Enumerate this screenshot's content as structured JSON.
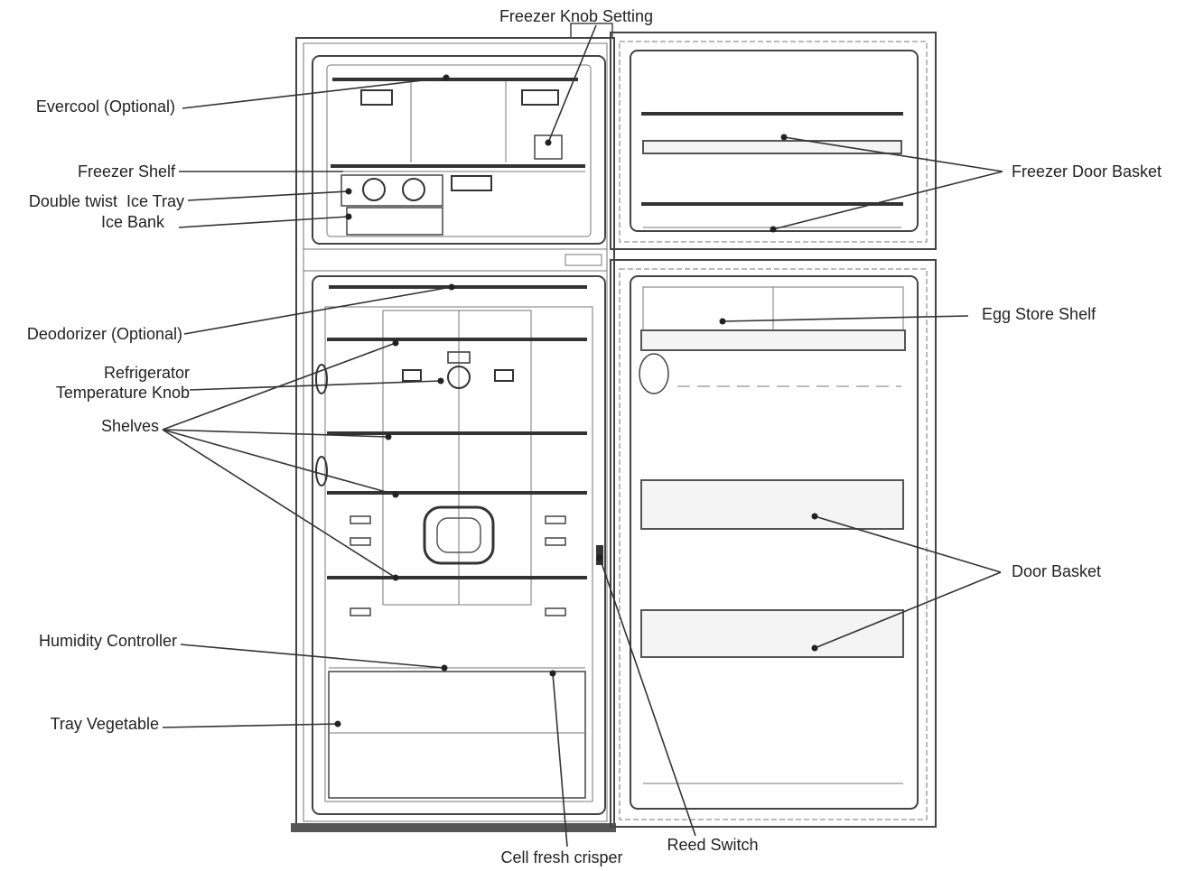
{
  "labels": {
    "freezer_knob": "Freezer Knob Setting",
    "evercool": "Evercool (Optional)",
    "freezer_shelf": "Freezer Shelf",
    "ice_tray": "Double twist  Ice Tray",
    "ice_bank": "Ice Bank",
    "deodorizer": "Deodorizer (Optional)",
    "temp_knob_line1": "Refrigerator",
    "temp_knob_line2": "Temperature Knob",
    "shelves": "Shelves",
    "humidity": "Humidity Controller",
    "tray_vegetable": "Tray Vegetable",
    "crisper": "Cell fresh crisper",
    "reed_switch": "Reed Switch",
    "freezer_door_basket": "Freezer Door Basket",
    "egg_shelf": "Egg Store Shelf",
    "door_basket": "Door Basket"
  },
  "colors": {
    "line": "#333333",
    "text": "#222222",
    "background": "#ffffff"
  }
}
